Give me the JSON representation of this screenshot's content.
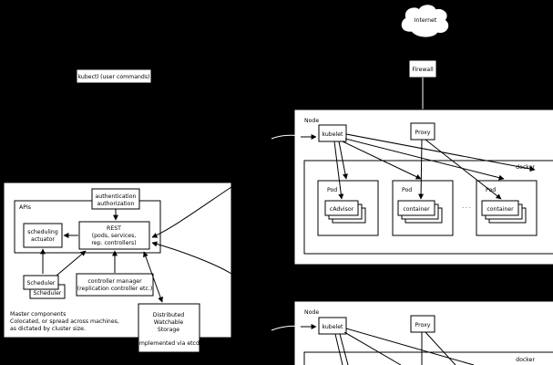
{
  "labels": {
    "internet": "Internet",
    "firewall": "Firewall",
    "kubectl": "kubectl (user commands)",
    "node": "Node",
    "kubelet": "kubelet",
    "proxy": "Proxy",
    "docker": "docker",
    "pod": "Pod",
    "cadvisor": "cAdvisor",
    "container": "container",
    "ellipsis": "· · ·",
    "apis": "APIs",
    "auth_line1": "authentication",
    "auth_line2": "authorization",
    "rest_line1": "REST",
    "rest_line2": "(pods, services,",
    "rest_line3": "rep. controllers)",
    "sched_act_line1": "scheduling",
    "sched_act_line2": "actuator",
    "scheduler": "Scheduler",
    "ctrl_line1": "controller manager",
    "ctrl_line2": "(replication controller etc.)",
    "master_line1": "Master components",
    "master_line2": "Colocated, or spread across machines,",
    "master_line3": "as dictated by cluster size.",
    "storage_line1": "Distributed",
    "storage_line2": "Watchable",
    "storage_line3": "Storage",
    "storage_line4": "(implemented via etcd)"
  }
}
